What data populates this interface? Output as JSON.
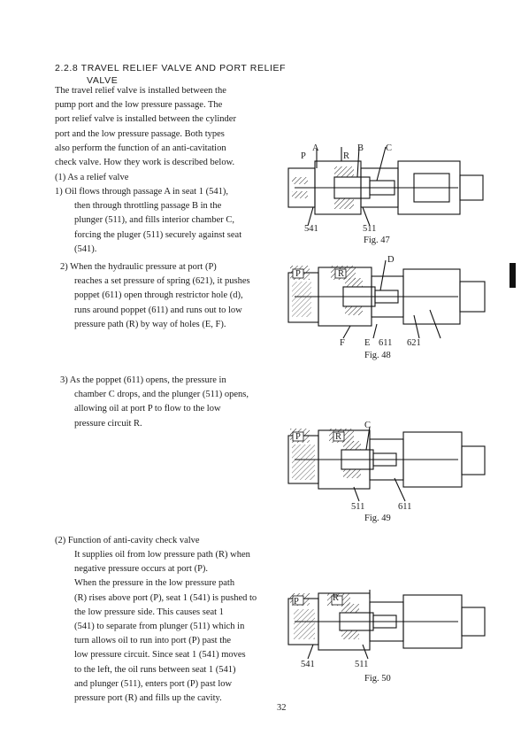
{
  "section": {
    "heading_line1": "2.2.8 TRAVEL RELIEF VALVE AND PORT RELIEF",
    "heading_line2": "VALVE"
  },
  "intro": [
    "The travel relief valve is installed between the",
    "pump port and the low pressure passage. The",
    "port relief valve is installed between the cylinder",
    "port and the low pressure passage. Both types",
    "also perform the function of an anti-cavitation",
    "check valve. How they work is described below."
  ],
  "relief": {
    "title": "(1)  As a relief valve",
    "step1": [
      "1)  Oil flows through passage A in seat 1 (541),",
      "then through throttling passage B in the",
      "plunger (511),  and fills interior chamber C,",
      "forcing the pluger (511) securely against seat",
      "(541)."
    ],
    "step2": [
      "2)  When  the  hydraulic  pressure  at  port  (P)",
      "reaches a set pressure of spring (621), it pushes",
      "poppet (611) open through restrictor hole (d),",
      "runs around poppet (611) and runs out to low",
      "pressure path (R) by way of holes (E, F)."
    ],
    "step3": [
      "3)  As the poppet (611) opens, the pressure in",
      "chamber C drops, and the plunger (511) opens,",
      "allowing  oil  at  port  P  to  flow  to  the  low",
      "pressure circuit R."
    ]
  },
  "anticav": {
    "title": "(2)  Function of anti-cavity check valve",
    "lines": [
      "It supplies oil from low pressure path (R) when",
      "negative pressure occurs at port (P).",
      "When the pressure in the low pressure path",
      "(R) rises above port (P), seat 1 (541) is pushed to",
      "the  low  pressure  side.  This  causes  seat  1",
      "(541) to separate from plunger (511) which in",
      "turn allows oil to run into port (P) past the",
      "low pressure circuit. Since seat 1 (541) moves",
      "to the left, the oil runs between seat 1 (541)",
      "and  plunger  (511),  enters  port  (P)  past  low",
      "pressure port (R) and fills up the cavity."
    ]
  },
  "figures": {
    "fig47": {
      "caption": "Fig. 47",
      "labels": {
        "a": "A",
        "b": "B",
        "c": "C",
        "p": "P",
        "r": "R",
        "n541": "541",
        "n511": "511"
      }
    },
    "fig48": {
      "caption": "Fig. 48",
      "labels": {
        "d": "D",
        "p": "P",
        "r": "R",
        "f": "F",
        "e": "E",
        "n611": "611",
        "n621": "621"
      }
    },
    "fig49": {
      "caption": "Fig. 49",
      "labels": {
        "c": "C",
        "p": "P",
        "r": "R",
        "n511": "511",
        "n611": "611"
      }
    },
    "fig50": {
      "caption": "Fig. 50",
      "labels": {
        "p": "P",
        "r": "R",
        "n541": "541",
        "n511": "511"
      }
    }
  },
  "page_number": "32"
}
